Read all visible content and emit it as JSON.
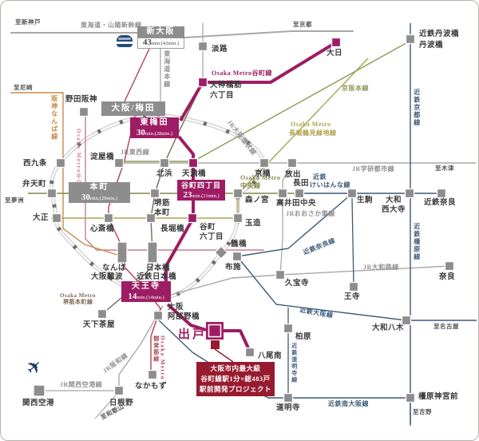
{
  "palette": {
    "magenta": "#9d1d64",
    "darkred": "#971b2f",
    "red": "#b0424d",
    "pink": "#cb7c8e",
    "orange": "#c78a45",
    "brown": "#7c6652",
    "olive": "#7d8a45",
    "yolive": "#ada34e",
    "green": "#8b9b55",
    "navy": "#3c5a77",
    "jrgray": "#a8a8a8",
    "stationgray": "#8d8d8d"
  },
  "boxes": {
    "shin_osaka": {
      "name": "新大阪",
      "min_num": "43",
      "min_rest": "min.(42min.)"
    },
    "umeda": {
      "name": "大阪/梅田"
    },
    "higashi_umeda": {
      "name": "東梅田",
      "min_num": "30",
      "min_rest": "min.(28min.)"
    },
    "hommachi": {
      "name": "本町",
      "min_num": "30",
      "min_rest": "min.(29min.)"
    },
    "tanimachi4": {
      "name": "谷町四丁目",
      "min_num": "23",
      "min_rest": "min.(21min.)"
    },
    "tennoji": {
      "name": "天王寺",
      "min_num": "14",
      "min_rest": "min.(14min.)"
    }
  },
  "stations": {
    "awaji": "淡路",
    "tenjimbashisuji": "天神橋筋",
    "tenjimbashisuji2": "六丁目",
    "kintetsu_tambabashi": "近鉄丹波橋",
    "tambabashi": "丹波橋",
    "dainichi": "大日",
    "noda_hanshin": "野田阪神",
    "nishikujo": "西九条",
    "yodoyabashi": "淀屋橋",
    "kitahama": "北浜",
    "temmabashi": "天満橋",
    "kyobashi": "京橋",
    "hanaten": "放出",
    "bentencho": "弁天町",
    "taisho": "大正",
    "shinsaibashi": "心斎橋",
    "nagahoribashi": "長堀橋",
    "tanimachi6_l1": "谷町",
    "tanimachi6_l2": "六丁目",
    "tamatsukuri": "玉造",
    "morinomiya": "森ノ宮",
    "sakaisuji_hommachi_l1": "堺筋",
    "sakaisuji_hommachi_l2": "本町",
    "takaida_chuo": "高井田中央",
    "nagata": "長田",
    "ikoma": "生駒",
    "yamato_saidaiji_l1": "大和",
    "yamato_saidaiji_l2": "西大寺",
    "kintetsu_nara": "近鉄奈良",
    "tsuruhashi": "鶴橋",
    "fuse": "布施",
    "namba": "なんば",
    "osaka_namba": "大阪難波",
    "nippombashi": "日本橋",
    "kintetsu_nippombashi": "近鉄日本橋",
    "nara": "奈良",
    "kyuhoji": "久宝寺",
    "oji": "王寺",
    "tengachaya": "天下茶屋",
    "osaka_abenobashi_l1": "大阪",
    "osaka_abenobashi_l2": "阿部野橋",
    "deto": "出戸",
    "yaominami": "八尾南",
    "kashiwara": "柏原",
    "yamato_yagi": "大和八木",
    "nakamozu": "なかもず",
    "kansai_airport": "関西空港",
    "hineno": "日根野",
    "domyoji": "道明寺",
    "kashiharajingumae": "橿原神宮前"
  },
  "lines": {
    "shinkansen": "東海道・山陽新幹線",
    "tokaido_main": "東海道本線",
    "tanimachi": "Osaka Metro谷町線",
    "keihan": "京阪本線",
    "nagahori_l1": "Osaka Metro",
    "nagahori_l2": "長堀鶴見緑地線",
    "kintetsu_kyoto": "近鉄京都線",
    "loop": "JR大阪環状線",
    "hanshin_namba": "阪神なんば線",
    "sennichimae": "Osaka Metro千日前線",
    "jr_tozai": "JR東西線",
    "gakkentoshi": "JR学研都市線",
    "chuo_l1": "Osaka Metro",
    "chuo_l2": "中央線",
    "keihanna_l1": "近鉄",
    "keihanna_l2": "けいはんな線",
    "jr_osaka_higashi": "JRおおさか東線",
    "kintetsu_nara_line": "近鉄奈良線",
    "kintetsu_osaka_line": "近鉄大阪線",
    "jr_yamatoji": "JR大和路線",
    "kintetsu_kashihara": "近鉄橿原線",
    "jr_hanwa": "JR阪和線",
    "jr_kanku": "JR関西空港線",
    "midosuji_l1": "Osaka Metro",
    "midosuji_l2": "御堂筋線",
    "sakaisuji_l1": "Osaka Metro",
    "sakaisuji_l2": "堺筋本町線",
    "domyoji_line": "近鉄道明寺線",
    "minami_osaka": "近鉄南大阪線"
  },
  "edges": {
    "shin_kobe": "至新神戸",
    "kyoto": "至京都",
    "amagasaki": "至尼崎",
    "yumeshima": "至夢洲",
    "kizu": "至木津",
    "nagoya": "至名古屋",
    "yoshino": "至吉野",
    "wakayama": "至和歌山"
  },
  "callout": {
    "l1": "大阪市内最大級",
    "l2": "谷町線駅1分×総483戸",
    "l3": "駅前開発プロジェクト"
  },
  "icons": {
    "airplane": "✈"
  }
}
